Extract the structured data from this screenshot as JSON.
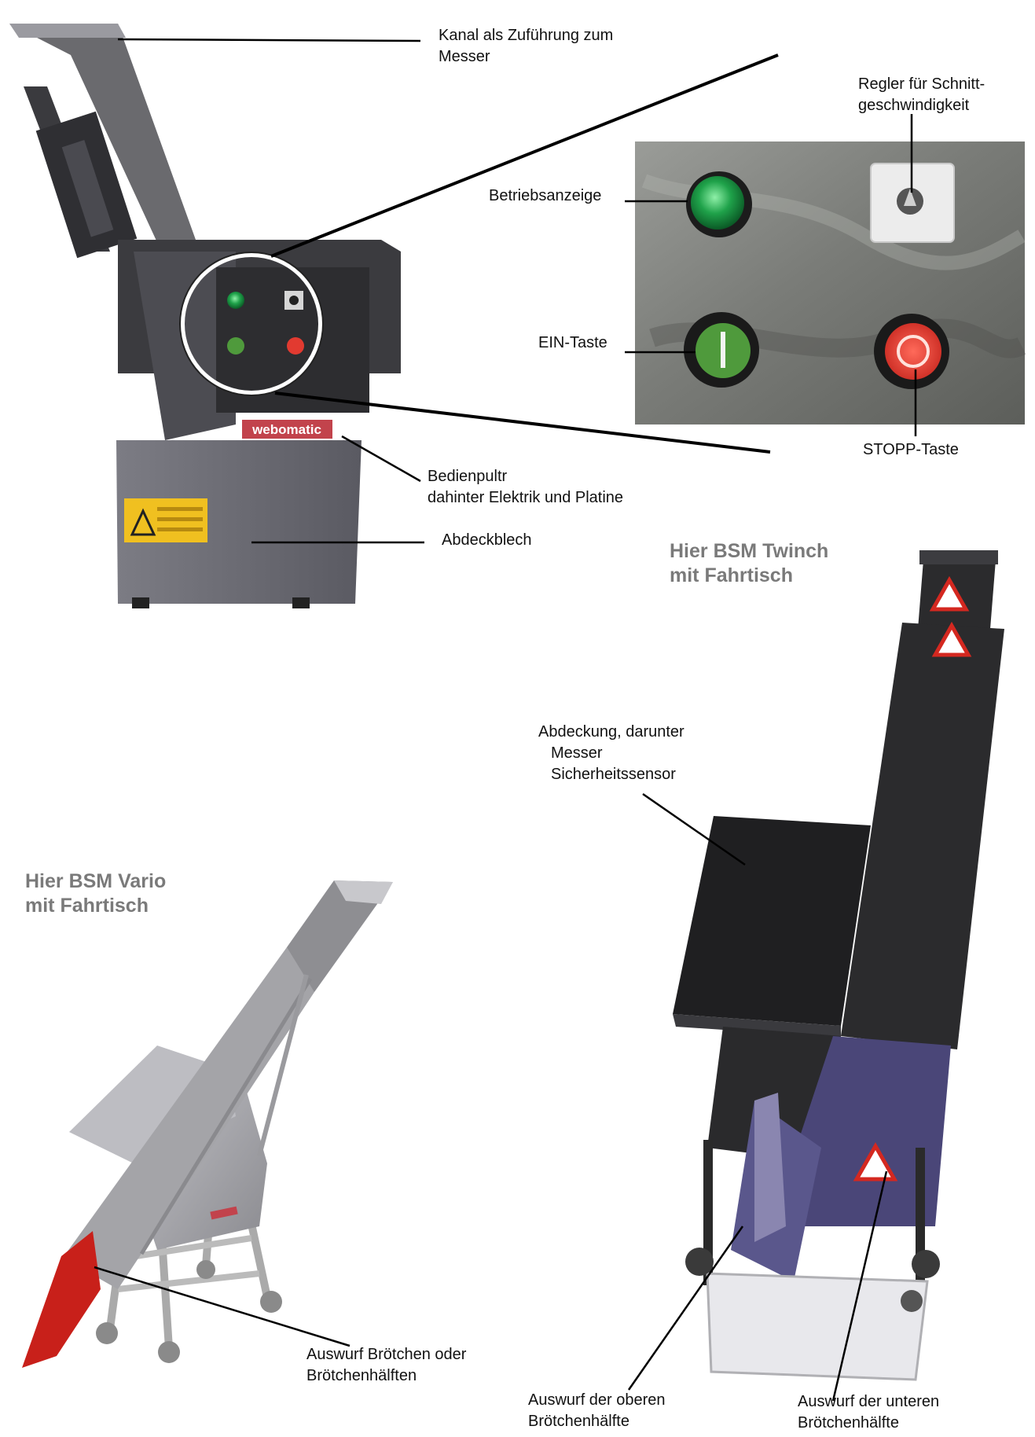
{
  "headings": {
    "twinch": [
      "Hier BSM Twinch",
      "mit Fahrtisch"
    ],
    "vario": [
      "Hier BSM Vario",
      "mit Fahrtisch"
    ]
  },
  "labels": {
    "kanal": [
      "Kanal als Zuführung zum",
      "Messer"
    ],
    "regler": [
      "Regler für Schnitt-",
      "geschwindigkeit"
    ],
    "betriebsanzeige": [
      "Betriebsanzeige"
    ],
    "ein_taste": [
      "EIN-Taste"
    ],
    "stopp_taste": [
      "STOPP-Taste"
    ],
    "bedienpult": [
      "Bedienpultr",
      "dahinter Elektrik und Platine"
    ],
    "abdeckblech": [
      "Abdeckblech"
    ],
    "abdeckung": [
      "Abdeckung, darunter",
      "Messer",
      "Sicherheitssensor"
    ],
    "auswurf_vario": [
      "Auswurf Brötchen oder",
      "Brötchenhälften"
    ],
    "auswurf_oben": [
      "Auswurf der oberen",
      "Brötchenhälfte"
    ],
    "auswurf_unten": [
      "Auswurf der unteren",
      "Brötchenhälfte"
    ]
  },
  "machine_brand": "webomatic",
  "colors": {
    "machine_dark": "#2b2b2d",
    "machine_grey": "#6e6e74",
    "steel": "#b8b8bc",
    "panel_steel": "#8a8c8a",
    "led_green": "#1fa24a",
    "button_green": "#4f9a3c",
    "button_red": "#e23a30",
    "warning_yellow": "#f0c020",
    "chute_red": "#c8201a",
    "heading_grey": "#7a7a7a"
  }
}
